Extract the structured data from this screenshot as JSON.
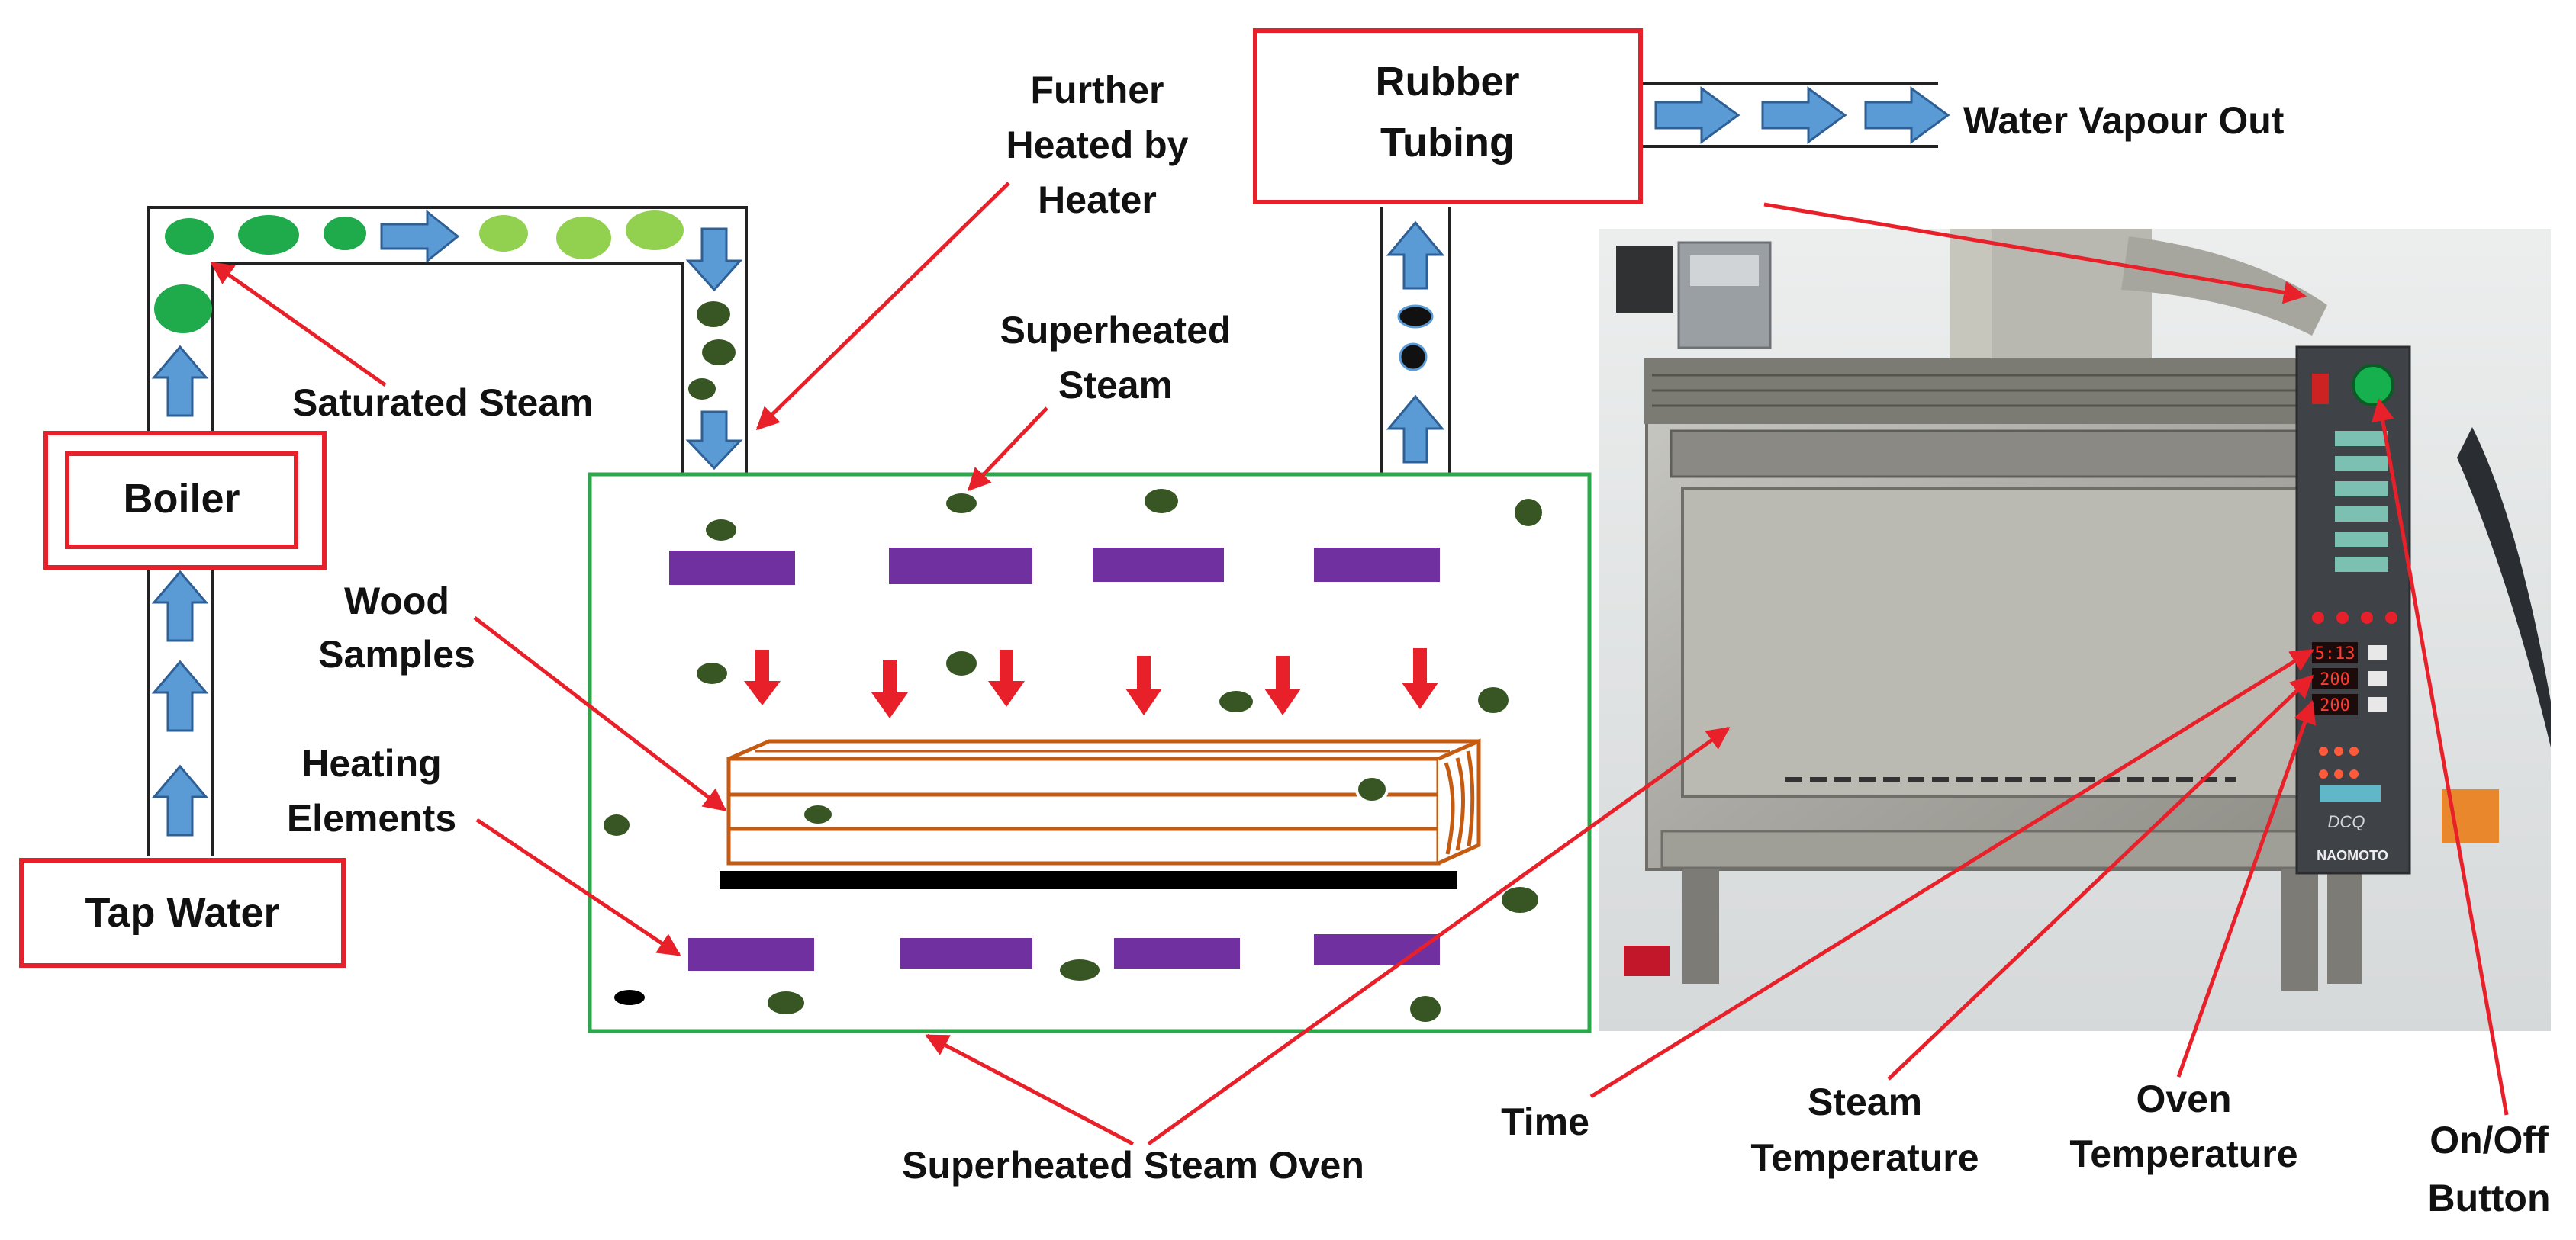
{
  "labels": {
    "tap_water": "Tap Water",
    "boiler": "Boiler",
    "saturated_steam": "Saturated Steam",
    "further_heated_l1": "Further",
    "further_heated_l2": "Heated by",
    "further_heated_l3": "Heater",
    "rubber_tubing_l1": "Rubber",
    "rubber_tubing_l2": "Tubing",
    "water_vapour_out": "Water Vapour Out",
    "superheated_steam_l1": "Superheated",
    "superheated_steam_l2": "Steam",
    "wood_samples_l1": "Wood",
    "wood_samples_l2": "Samples",
    "heating_elements_l1": "Heating",
    "heating_elements_l2": "Elements",
    "superheated_steam_oven": "Superheated Steam Oven",
    "time": "Time",
    "steam_temperature_l1": "Steam",
    "steam_temperature_l2": "Temperature",
    "oven_temperature_l1": "Oven",
    "oven_temperature_l2": "Temperature",
    "on_off_l1": "On/Off",
    "on_off_l2": "Button"
  },
  "display": {
    "time": "5:13",
    "steam_temp": "200",
    "oven_temp": "200",
    "brand": "NAOMOTO",
    "model": "DCQ"
  },
  "colors": {
    "label_box": "#e8202a",
    "pointer": "#e8202a",
    "oven_outline": "#2aa84a",
    "heating_element": "#7030a0",
    "flow_arrow": "#5b9bd5",
    "saturated_droplet": "#1faa4b",
    "light_droplet": "#92d050",
    "steam_droplet": "#375623",
    "wood": "#c55a11",
    "heat_arrow": "#e8202a"
  }
}
